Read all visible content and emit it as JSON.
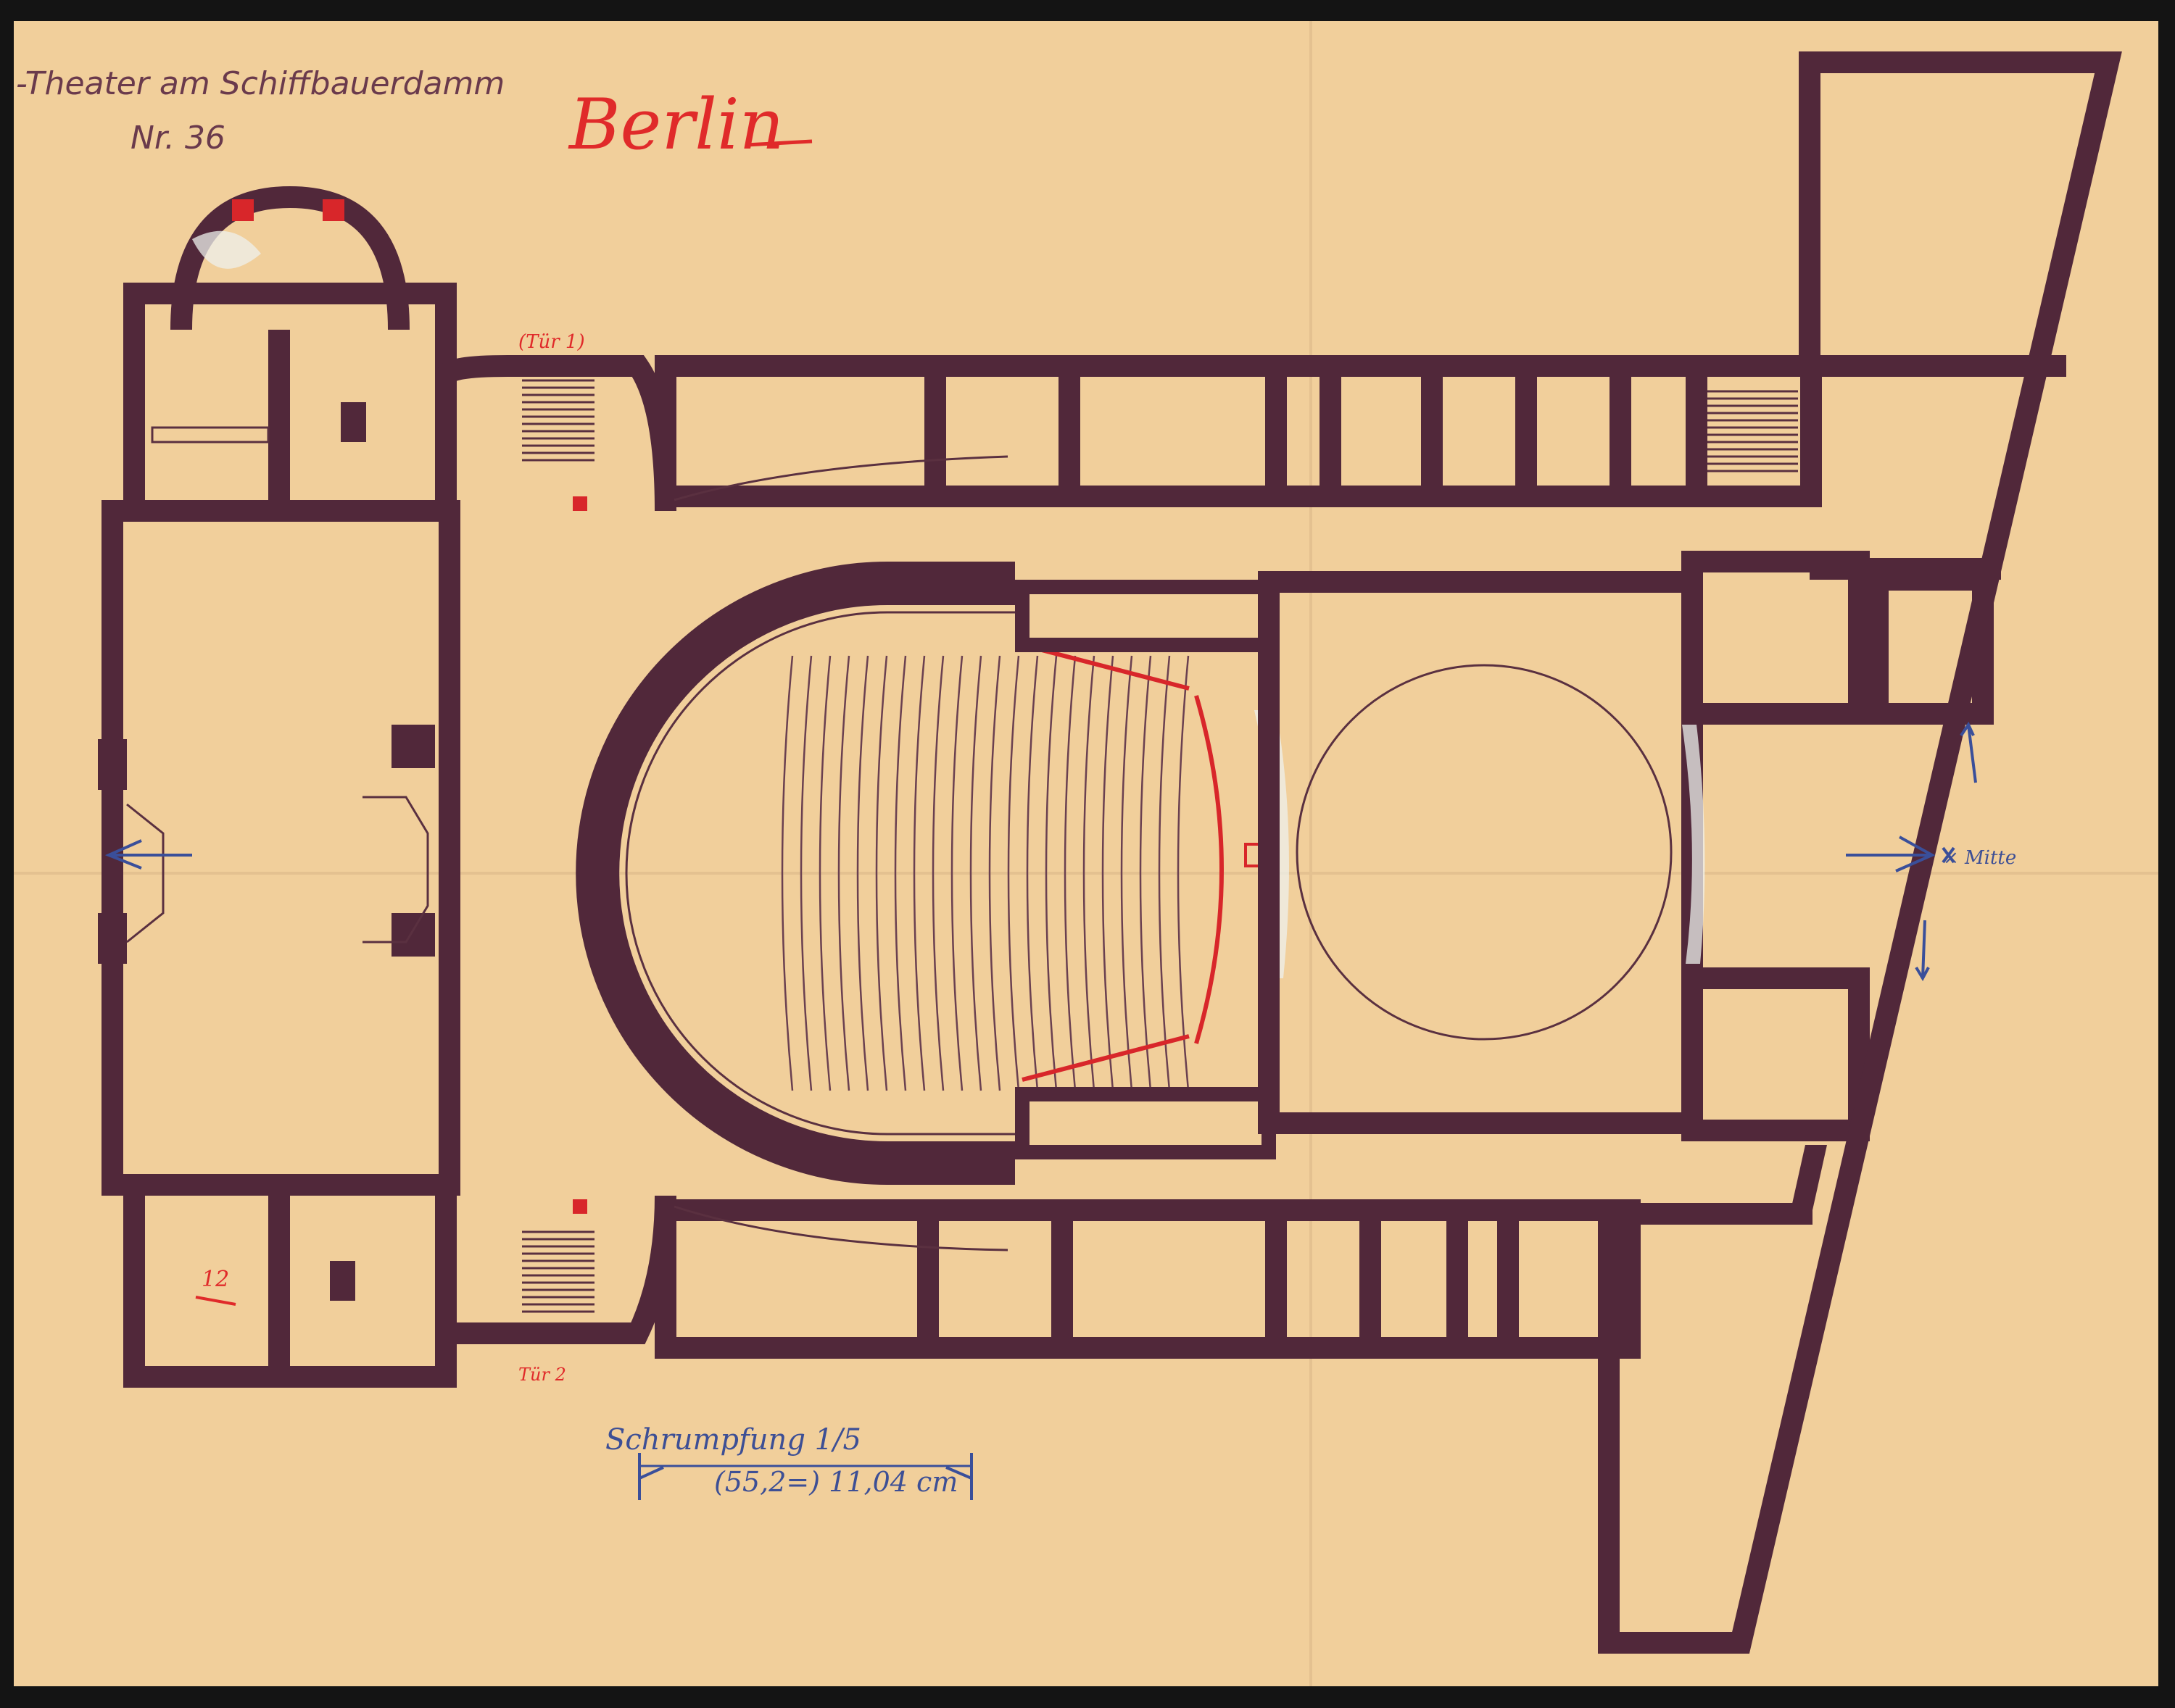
{
  "sheet": {
    "title": "-Theater am Schiffbauerdamm",
    "number": "Nr. 36",
    "city_note": "Berlin",
    "colors": {
      "paper": "#f1cf9b",
      "walls": "#51283a",
      "red_pencil": "#d8262a",
      "blue_pencil": "#3d4f95"
    }
  },
  "annotations": {
    "door_1": "(Tür 1)",
    "door_2": "Tür 2",
    "room_mark": "12",
    "scale_note": "Schrumpfung 1/5",
    "dimension": "(55,2=) 11,04 cm",
    "center_mark": "× Mitte"
  }
}
